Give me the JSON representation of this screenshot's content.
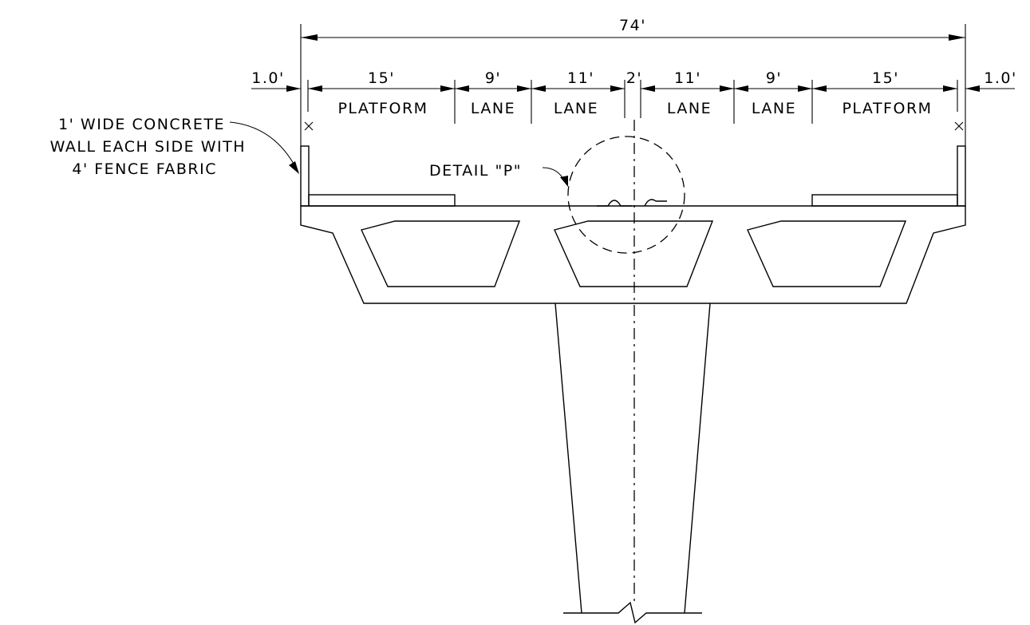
{
  "dimensions": {
    "overall": "74'",
    "left_offset": "1.0'",
    "right_offset": "1.0'",
    "segments": [
      "15'",
      "9'",
      "11'",
      "2'",
      "11'",
      "9'",
      "15'"
    ]
  },
  "zones": [
    "PLATFORM",
    "LANE",
    "LANE",
    "LANE",
    "LANE",
    "PLATFORM"
  ],
  "notes": {
    "wall_line1": "1' WIDE CONCRETE",
    "wall_line2": "WALL EACH SIDE WITH",
    "wall_line3": "4' FENCE FABRIC",
    "detail": "DETAIL \"P\""
  }
}
